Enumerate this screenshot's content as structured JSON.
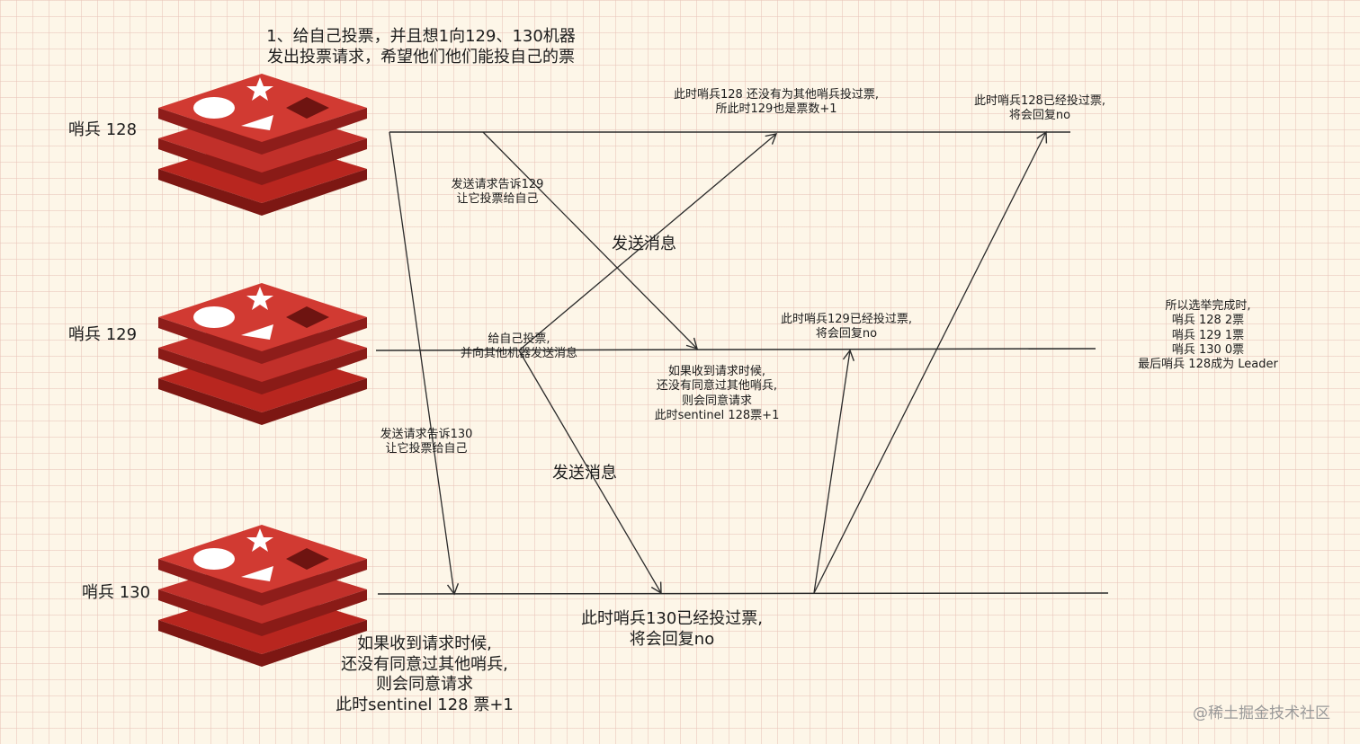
{
  "sentinels": [
    {
      "label": "哨兵 128"
    },
    {
      "label": "哨兵 129"
    },
    {
      "label": "哨兵 130"
    }
  ],
  "notes": {
    "top_self_vote": [
      "1、给自己投票，并且想1向129、130机器",
      "发出投票请求，希望他们他们能投自己的票"
    ],
    "req_to_129": [
      "发送请求告诉129",
      "让它投票给自己"
    ],
    "send_msg_1": "发送消息",
    "s128_not_voted": [
      "此时哨兵128 还没有为其他哨兵投过票,",
      "所此时129也是票数+1"
    ],
    "s128_already_voted": [
      "此时哨兵128已经投过票,",
      "将会回复no"
    ],
    "s129_self_vote": [
      "给自己投票,",
      "并向其他机器发送消息"
    ],
    "s129_already_voted": [
      "此时哨兵129已经投过票,",
      "将会回复no"
    ],
    "s129_grant": [
      "如果收到请求时候,",
      "还没有同意过其他哨兵,",
      "则会同意请求",
      "此时sentinel 128票+1"
    ],
    "req_to_130": [
      "发送请求告诉130",
      "让它投票给自己"
    ],
    "send_msg_2": "发送消息",
    "s130_already_voted": [
      "此时哨兵130已经投过票,",
      "将会回复no"
    ],
    "s130_grant": [
      "如果收到请求时候,",
      "还没有同意过其他哨兵,",
      "则会同意请求",
      "此时sentinel 128 票+1"
    ],
    "result": [
      "所以选举完成时,",
      "哨兵 128 2票",
      "哨兵 129 1票",
      "哨兵 130 0票",
      "最后哨兵 128成为 Leader"
    ]
  },
  "watermark": "@稀土掘金技术社区",
  "colors": {
    "redis_red": "#c7302a",
    "redis_dark": "#8e1d1a",
    "line": "#2b2b2b"
  }
}
